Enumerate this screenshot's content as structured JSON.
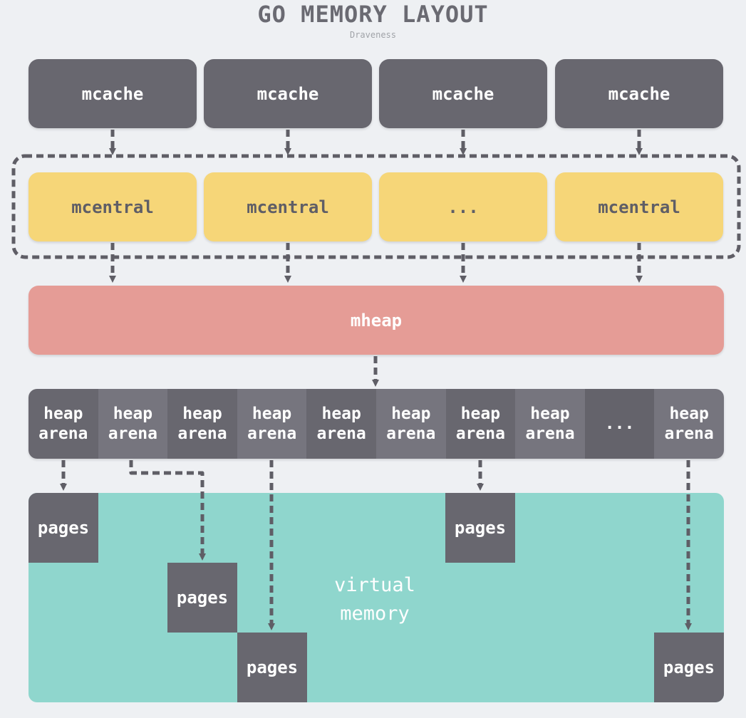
{
  "title": "GO MEMORY LAYOUT",
  "subtitle": "Draveness",
  "mcache": [
    "mcache",
    "mcache",
    "mcache",
    "mcache"
  ],
  "mcentral": [
    "mcentral",
    "mcentral",
    "...",
    "mcentral"
  ],
  "mheap": "mheap",
  "arenas": [
    {
      "top": "heap",
      "bottom": "arena"
    },
    {
      "top": "heap",
      "bottom": "arena"
    },
    {
      "top": "heap",
      "bottom": "arena"
    },
    {
      "top": "heap",
      "bottom": "arena"
    },
    {
      "top": "heap",
      "bottom": "arena"
    },
    {
      "top": "heap",
      "bottom": "arena"
    },
    {
      "top": "heap",
      "bottom": "arena"
    },
    {
      "top": "heap",
      "bottom": "arena"
    },
    {
      "top": "...",
      "bottom": ""
    },
    {
      "top": "heap",
      "bottom": "arena"
    }
  ],
  "virtual_memory": {
    "line1": "virtual",
    "line2": "memory"
  },
  "pages": [
    "pages",
    "pages",
    "pages",
    "pages",
    "pages"
  ],
  "colors": {
    "background": "#eef0f3",
    "mcache": "#68676f",
    "mcentral": "#f6d678",
    "mheap": "#e59c96",
    "virtual_memory": "#8fd6cd",
    "arrow": "#5f5e66"
  }
}
